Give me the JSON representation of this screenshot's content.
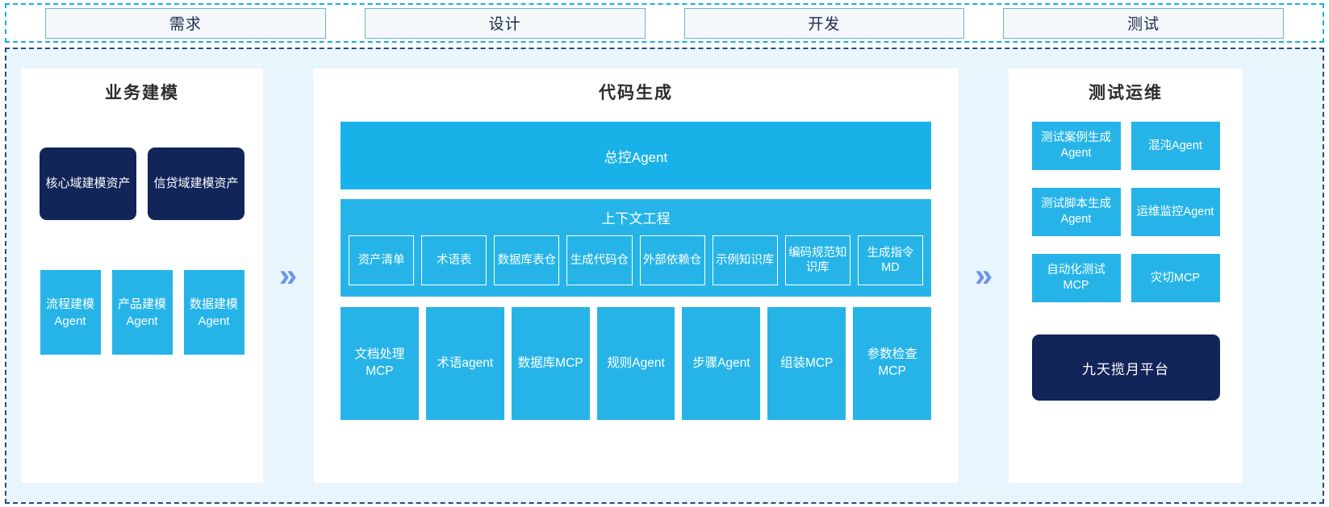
{
  "phases": [
    {
      "label": "需求"
    },
    {
      "label": "设计"
    },
    {
      "label": "开发"
    },
    {
      "label": "测试"
    }
  ],
  "separators": {
    "chevron_1": "»",
    "chevron_2": "»",
    "icon_name": "double-chevron-right-icon"
  },
  "left_panel": {
    "title": "业务建模",
    "assets": [
      {
        "label": "核心域建模资产"
      },
      {
        "label": "信贷域建模资产"
      }
    ],
    "agents": [
      {
        "label": "流程建模Agent"
      },
      {
        "label": "产品建模Agent"
      },
      {
        "label": "数据建模Agent"
      }
    ]
  },
  "center_panel": {
    "title": "代码生成",
    "master_agent": "总控Agent",
    "context": {
      "title": "上下文工程",
      "items": [
        {
          "label": "资产清单"
        },
        {
          "label": "术语表"
        },
        {
          "label": "数据库表仓"
        },
        {
          "label": "生成代码仓"
        },
        {
          "label": "外部依赖仓"
        },
        {
          "label": "示例知识库"
        },
        {
          "label": "编码规范知识库"
        },
        {
          "label": "生成指令MD"
        }
      ]
    },
    "tools": [
      {
        "label": "文档处理MCP"
      },
      {
        "label": "术语agent"
      },
      {
        "label": "数据库MCP"
      },
      {
        "label": "规则Agent"
      },
      {
        "label": "步骤Agent"
      },
      {
        "label": "组装MCP"
      },
      {
        "label": "参数检查MCP"
      }
    ]
  },
  "right_panel": {
    "title": "测试运维",
    "items": [
      {
        "label": "测试案例生成Agent"
      },
      {
        "label": "混沌Agent"
      },
      {
        "label": "测试脚本生成Agent"
      },
      {
        "label": "运维监控Agent"
      },
      {
        "label": "自动化测试MCP"
      },
      {
        "label": "灾切MCP"
      }
    ],
    "platform": "九天揽月平台"
  },
  "colors": {
    "cyan": "#26b4e8",
    "navy": "#112559",
    "stage_bg": "#e8f5fd",
    "phase_border": "#19aee0",
    "chevron": "#6f93e8"
  }
}
